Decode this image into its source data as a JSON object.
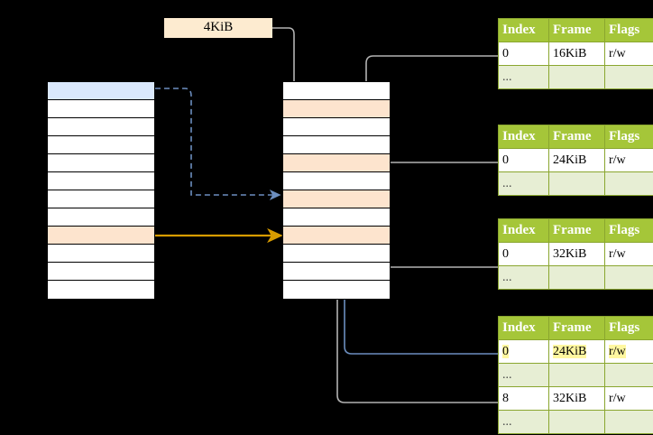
{
  "diagram": {
    "title": "four-level page table walk",
    "size_label": {
      "text": "4KiB"
    },
    "colors": {
      "header_green": "#a5c639",
      "alt_row_green": "#e7eed4",
      "highlight_yellow": "#fff7a0",
      "peach": "#fde4ce",
      "blue": "#dae8fc",
      "orange_arrow": "#d79b00",
      "blue_arrow": "#6c8ebf",
      "grey_arrow": "#b3b3b3"
    },
    "left_column": {
      "name": "virtual-address-space",
      "rows": [
        {
          "fill": "blue"
        },
        {
          "fill": "white"
        },
        {
          "fill": "white"
        },
        {
          "fill": "white"
        },
        {
          "fill": "white"
        },
        {
          "fill": "white"
        },
        {
          "fill": "white"
        },
        {
          "fill": "white"
        },
        {
          "fill": "peach"
        },
        {
          "fill": "white"
        },
        {
          "fill": "white"
        },
        {
          "fill": "white"
        }
      ]
    },
    "middle_column": {
      "name": "physical-memory",
      "rows": [
        {
          "fill": "white"
        },
        {
          "fill": "peach"
        },
        {
          "fill": "white"
        },
        {
          "fill": "white"
        },
        {
          "fill": "peach"
        },
        {
          "fill": "white"
        },
        {
          "fill": "peach"
        },
        {
          "fill": "white"
        },
        {
          "fill": "peach"
        },
        {
          "fill": "white"
        },
        {
          "fill": "white"
        },
        {
          "fill": "white"
        }
      ]
    },
    "tables": [
      {
        "name": "page-table-level-1",
        "headers": [
          "Index",
          "Frame",
          "Flags"
        ],
        "rows": [
          {
            "alt": false,
            "cells": [
              "0",
              "16KiB",
              "r/w"
            ],
            "highlight": [
              false,
              false,
              false
            ]
          },
          {
            "alt": true,
            "cells": [
              "...",
              "",
              ""
            ],
            "highlight": [
              false,
              false,
              false
            ]
          }
        ]
      },
      {
        "name": "page-table-level-2",
        "headers": [
          "Index",
          "Frame",
          "Flags"
        ],
        "rows": [
          {
            "alt": false,
            "cells": [
              "0",
              "24KiB",
              "r/w"
            ],
            "highlight": [
              false,
              false,
              false
            ]
          },
          {
            "alt": true,
            "cells": [
              "...",
              "",
              ""
            ],
            "highlight": [
              false,
              false,
              false
            ]
          }
        ]
      },
      {
        "name": "page-table-level-3",
        "headers": [
          "Index",
          "Frame",
          "Flags"
        ],
        "rows": [
          {
            "alt": false,
            "cells": [
              "0",
              "32KiB",
              "r/w"
            ],
            "highlight": [
              false,
              false,
              false
            ]
          },
          {
            "alt": true,
            "cells": [
              "...",
              "",
              ""
            ],
            "highlight": [
              false,
              false,
              false
            ]
          }
        ]
      },
      {
        "name": "page-table-level-4",
        "headers": [
          "Index",
          "Frame",
          "Flags"
        ],
        "rows": [
          {
            "alt": false,
            "cells": [
              "0",
              "24KiB",
              "r/w"
            ],
            "highlight": [
              true,
              true,
              true
            ]
          },
          {
            "alt": true,
            "cells": [
              "...",
              "",
              ""
            ],
            "highlight": [
              false,
              false,
              false
            ]
          },
          {
            "alt": false,
            "cells": [
              "8",
              "32KiB",
              "r/w"
            ],
            "highlight": [
              false,
              false,
              false
            ]
          },
          {
            "alt": true,
            "cells": [
              "...",
              "",
              ""
            ],
            "highlight": [
              false,
              false,
              false
            ]
          }
        ]
      }
    ]
  }
}
